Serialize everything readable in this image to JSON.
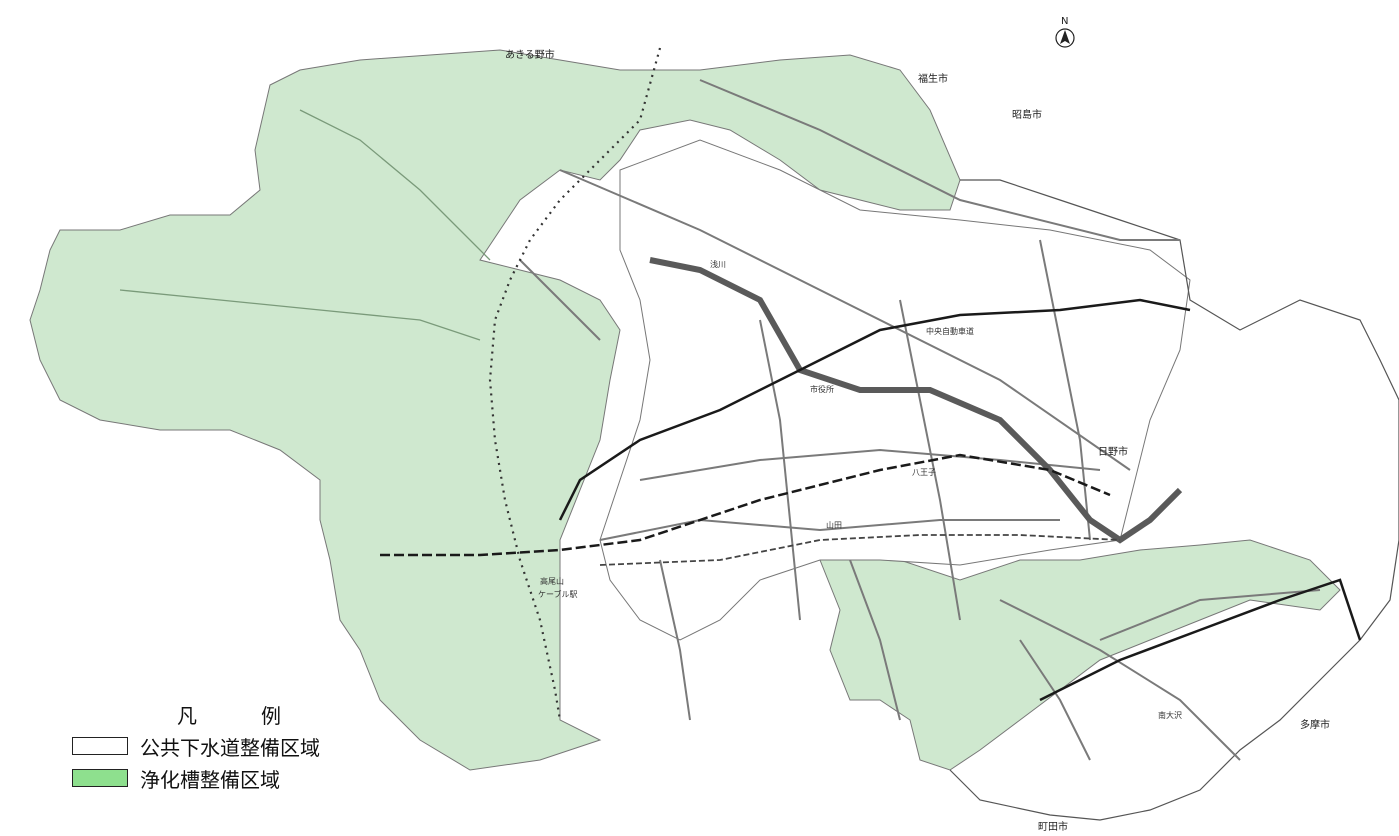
{
  "map": {
    "north_label": "N",
    "colors": {
      "purification_area": "#cfe8cf",
      "sewer_area": "#ffffff",
      "road": "#7a7a7a",
      "expressway": "#1a1a1a",
      "river_main": "#5a5a5a",
      "boundary_dotted": "#333333"
    },
    "neighbors": {
      "akiruno": "あきる野市",
      "fussa": "福生市",
      "akishima": "昭島市",
      "hino": "日野市",
      "tama": "多摩市",
      "machida": "町田市"
    },
    "labels": {
      "chuo_expressway": "中央自動車道",
      "hachioji_station": "八王子",
      "city_hall": "市役所",
      "asakawa": "浅川",
      "takaosan_cable": "高尾山\nケーブル駅",
      "yamada": "山田",
      "minami_osawa": "南大沢"
    }
  },
  "legend": {
    "title": "凡　例",
    "items": [
      {
        "label": "公共下水道整備区域",
        "color": "#ffffff"
      },
      {
        "label": "浄化槽整備区域",
        "color": "#8ee08e"
      }
    ]
  }
}
